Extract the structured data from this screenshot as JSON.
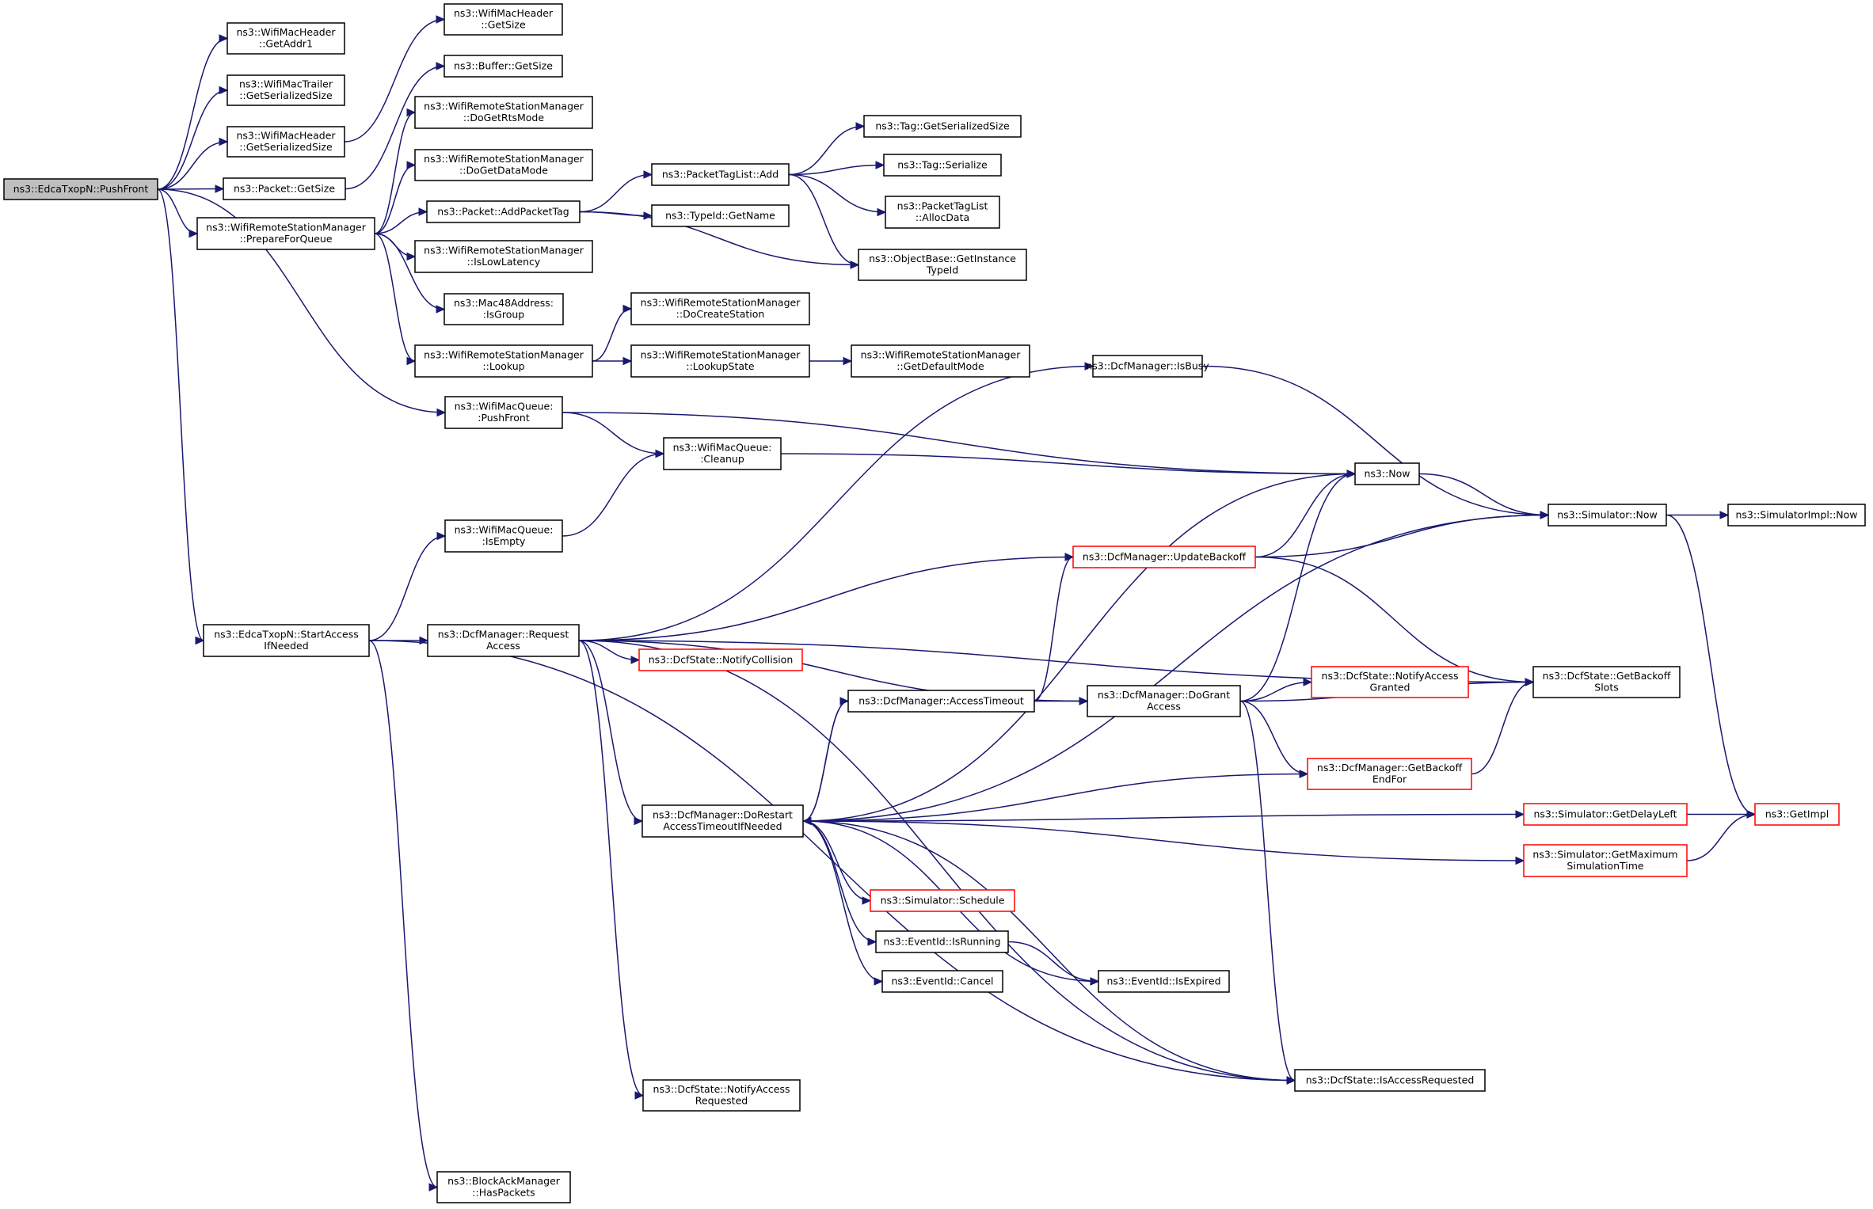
{
  "nodes": [
    {
      "id": "n0",
      "lines": [
        "ns3::EdcaTxopN::PushFront"
      ],
      "root": true
    },
    {
      "id": "n1",
      "lines": [
        "ns3::WifiMacHeader",
        "::GetAddr1"
      ]
    },
    {
      "id": "n2",
      "lines": [
        "ns3::WifiMacTrailer",
        "::GetSerializedSize"
      ]
    },
    {
      "id": "n3",
      "lines": [
        "ns3::WifiMacHeader",
        "::GetSerializedSize"
      ]
    },
    {
      "id": "n4",
      "lines": [
        "ns3::Packet::GetSize"
      ]
    },
    {
      "id": "n5",
      "lines": [
        "ns3::WifiRemoteStationManager",
        "::PrepareForQueue"
      ]
    },
    {
      "id": "n6",
      "lines": [
        "ns3::EdcaTxopN::StartAccess",
        "IfNeeded"
      ]
    },
    {
      "id": "n7",
      "lines": [
        "ns3::WifiMacHeader",
        "::GetSize"
      ]
    },
    {
      "id": "n8",
      "lines": [
        "ns3::Buffer::GetSize"
      ]
    },
    {
      "id": "n9",
      "lines": [
        "ns3::WifiRemoteStationManager",
        "::DoGetRtsMode"
      ]
    },
    {
      "id": "n10",
      "lines": [
        "ns3::WifiRemoteStationManager",
        "::DoGetDataMode"
      ]
    },
    {
      "id": "n11",
      "lines": [
        "ns3::Packet::AddPacketTag"
      ]
    },
    {
      "id": "n12",
      "lines": [
        "ns3::WifiRemoteStationManager",
        "::IsLowLatency"
      ]
    },
    {
      "id": "n13",
      "lines": [
        "ns3::Mac48Address:",
        ":IsGroup"
      ]
    },
    {
      "id": "n14",
      "lines": [
        "ns3::WifiRemoteStationManager",
        "::Lookup"
      ]
    },
    {
      "id": "n15",
      "lines": [
        "ns3::WifiMacQueue:",
        ":PushFront"
      ]
    },
    {
      "id": "n16",
      "lines": [
        "ns3::WifiMacQueue:",
        ":IsEmpty"
      ]
    },
    {
      "id": "n17",
      "lines": [
        "ns3::DcfManager::Request",
        "Access"
      ]
    },
    {
      "id": "n18",
      "lines": [
        "ns3::BlockAckManager",
        "::HasPackets"
      ]
    },
    {
      "id": "n19",
      "lines": [
        "ns3::PacketTagList::Add"
      ]
    },
    {
      "id": "n20",
      "lines": [
        "ns3::TypeId::GetName"
      ]
    },
    {
      "id": "n21",
      "lines": [
        "ns3::WifiRemoteStationManager",
        "::DoCreateStation"
      ]
    },
    {
      "id": "n22",
      "lines": [
        "ns3::WifiRemoteStationManager",
        "::LookupState"
      ]
    },
    {
      "id": "n23",
      "lines": [
        "ns3::WifiMacQueue:",
        ":Cleanup"
      ]
    },
    {
      "id": "n24",
      "lines": [
        "ns3::DcfState::NotifyCollision"
      ],
      "red": true
    },
    {
      "id": "n25",
      "lines": [
        "ns3::DcfManager::DoRestart",
        "AccessTimeoutIfNeeded"
      ]
    },
    {
      "id": "n26",
      "lines": [
        "ns3::DcfState::NotifyAccess",
        "Requested"
      ]
    },
    {
      "id": "n27",
      "lines": [
        "ns3::Tag::GetSerializedSize"
      ]
    },
    {
      "id": "n28",
      "lines": [
        "ns3::Tag::Serialize"
      ]
    },
    {
      "id": "n29",
      "lines": [
        "ns3::PacketTagList",
        "::AllocData"
      ]
    },
    {
      "id": "n30",
      "lines": [
        "ns3::ObjectBase::GetInstance",
        "TypeId"
      ]
    },
    {
      "id": "n31",
      "lines": [
        "ns3::WifiRemoteStationManager",
        "::GetDefaultMode"
      ]
    },
    {
      "id": "n32",
      "lines": [
        "ns3::DcfManager::AccessTimeout"
      ]
    },
    {
      "id": "n33",
      "lines": [
        "ns3::Simulator::Schedule"
      ],
      "red": true
    },
    {
      "id": "n34",
      "lines": [
        "ns3::EventId::IsRunning"
      ]
    },
    {
      "id": "n35",
      "lines": [
        "ns3::EventId::Cancel"
      ]
    },
    {
      "id": "n36",
      "lines": [
        "ns3::DcfManager::IsBusy"
      ]
    },
    {
      "id": "n37",
      "lines": [
        "ns3::DcfManager::UpdateBackoff"
      ],
      "red": true
    },
    {
      "id": "n38",
      "lines": [
        "ns3::DcfManager::DoGrant",
        "Access"
      ]
    },
    {
      "id": "n39",
      "lines": [
        "ns3::EventId::IsExpired"
      ]
    },
    {
      "id": "n40",
      "lines": [
        "ns3::Now"
      ]
    },
    {
      "id": "n41",
      "lines": [
        "ns3::DcfState::NotifyAccess",
        "Granted"
      ],
      "red": true
    },
    {
      "id": "n42",
      "lines": [
        "ns3::DcfManager::GetBackoff",
        "EndFor"
      ],
      "red": true
    },
    {
      "id": "n43",
      "lines": [
        "ns3::DcfState::IsAccessRequested"
      ]
    },
    {
      "id": "n44",
      "lines": [
        "ns3::Simulator::Now"
      ]
    },
    {
      "id": "n45",
      "lines": [
        "ns3::DcfState::GetBackoff",
        "Slots"
      ]
    },
    {
      "id": "n46",
      "lines": [
        "ns3::Simulator::GetDelayLeft"
      ],
      "red": true
    },
    {
      "id": "n47",
      "lines": [
        "ns3::Simulator::GetMaximum",
        "SimulationTime"
      ],
      "red": true
    },
    {
      "id": "n48",
      "lines": [
        "ns3::SimulatorImpl::Now"
      ]
    },
    {
      "id": "n49",
      "lines": [
        "ns3::GetImpl"
      ],
      "red": true
    }
  ],
  "edges": [
    [
      "n0",
      "n1"
    ],
    [
      "n0",
      "n2"
    ],
    [
      "n0",
      "n3"
    ],
    [
      "n0",
      "n4"
    ],
    [
      "n0",
      "n5"
    ],
    [
      "n0",
      "n15"
    ],
    [
      "n0",
      "n6"
    ],
    [
      "n3",
      "n7"
    ],
    [
      "n4",
      "n8"
    ],
    [
      "n5",
      "n9"
    ],
    [
      "n5",
      "n10"
    ],
    [
      "n5",
      "n11"
    ],
    [
      "n5",
      "n12"
    ],
    [
      "n5",
      "n13"
    ],
    [
      "n5",
      "n14"
    ],
    [
      "n11",
      "n19"
    ],
    [
      "n11",
      "n20"
    ],
    [
      "n11",
      "n30"
    ],
    [
      "n19",
      "n27"
    ],
    [
      "n19",
      "n28"
    ],
    [
      "n19",
      "n29"
    ],
    [
      "n19",
      "n30"
    ],
    [
      "n14",
      "n21"
    ],
    [
      "n14",
      "n22"
    ],
    [
      "n22",
      "n31"
    ],
    [
      "n15",
      "n23"
    ],
    [
      "n15",
      "n40"
    ],
    [
      "n23",
      "n40"
    ],
    [
      "n16",
      "n23"
    ],
    [
      "n6",
      "n16"
    ],
    [
      "n6",
      "n17"
    ],
    [
      "n6",
      "n18"
    ],
    [
      "n6",
      "n43"
    ],
    [
      "n17",
      "n36"
    ],
    [
      "n17",
      "n37"
    ],
    [
      "n17",
      "n45"
    ],
    [
      "n17",
      "n24"
    ],
    [
      "n17",
      "n38"
    ],
    [
      "n17",
      "n25"
    ],
    [
      "n17",
      "n26"
    ],
    [
      "n17",
      "n43"
    ],
    [
      "n25",
      "n32"
    ],
    [
      "n25",
      "n40"
    ],
    [
      "n25",
      "n44"
    ],
    [
      "n25",
      "n42"
    ],
    [
      "n25",
      "n46"
    ],
    [
      "n25",
      "n47"
    ],
    [
      "n25",
      "n33"
    ],
    [
      "n25",
      "n34"
    ],
    [
      "n25",
      "n35"
    ],
    [
      "n25",
      "n39"
    ],
    [
      "n25",
      "n43"
    ],
    [
      "n32",
      "n25"
    ],
    [
      "n32",
      "n37"
    ],
    [
      "n32",
      "n38"
    ],
    [
      "n38",
      "n40"
    ],
    [
      "n38",
      "n41"
    ],
    [
      "n38",
      "n45"
    ],
    [
      "n38",
      "n42"
    ],
    [
      "n38",
      "n43"
    ],
    [
      "n37",
      "n40"
    ],
    [
      "n37",
      "n44"
    ],
    [
      "n37",
      "n45"
    ],
    [
      "n36",
      "n44"
    ],
    [
      "n40",
      "n44"
    ],
    [
      "n42",
      "n45"
    ],
    [
      "n34",
      "n39"
    ],
    [
      "n44",
      "n48"
    ],
    [
      "n44",
      "n49"
    ],
    [
      "n46",
      "n49"
    ],
    [
      "n47",
      "n49"
    ]
  ],
  "colors": {
    "edge": "#191970",
    "box_border": "#000000",
    "red_border": "#ff0000",
    "root_fill": "#bfbfbf"
  }
}
